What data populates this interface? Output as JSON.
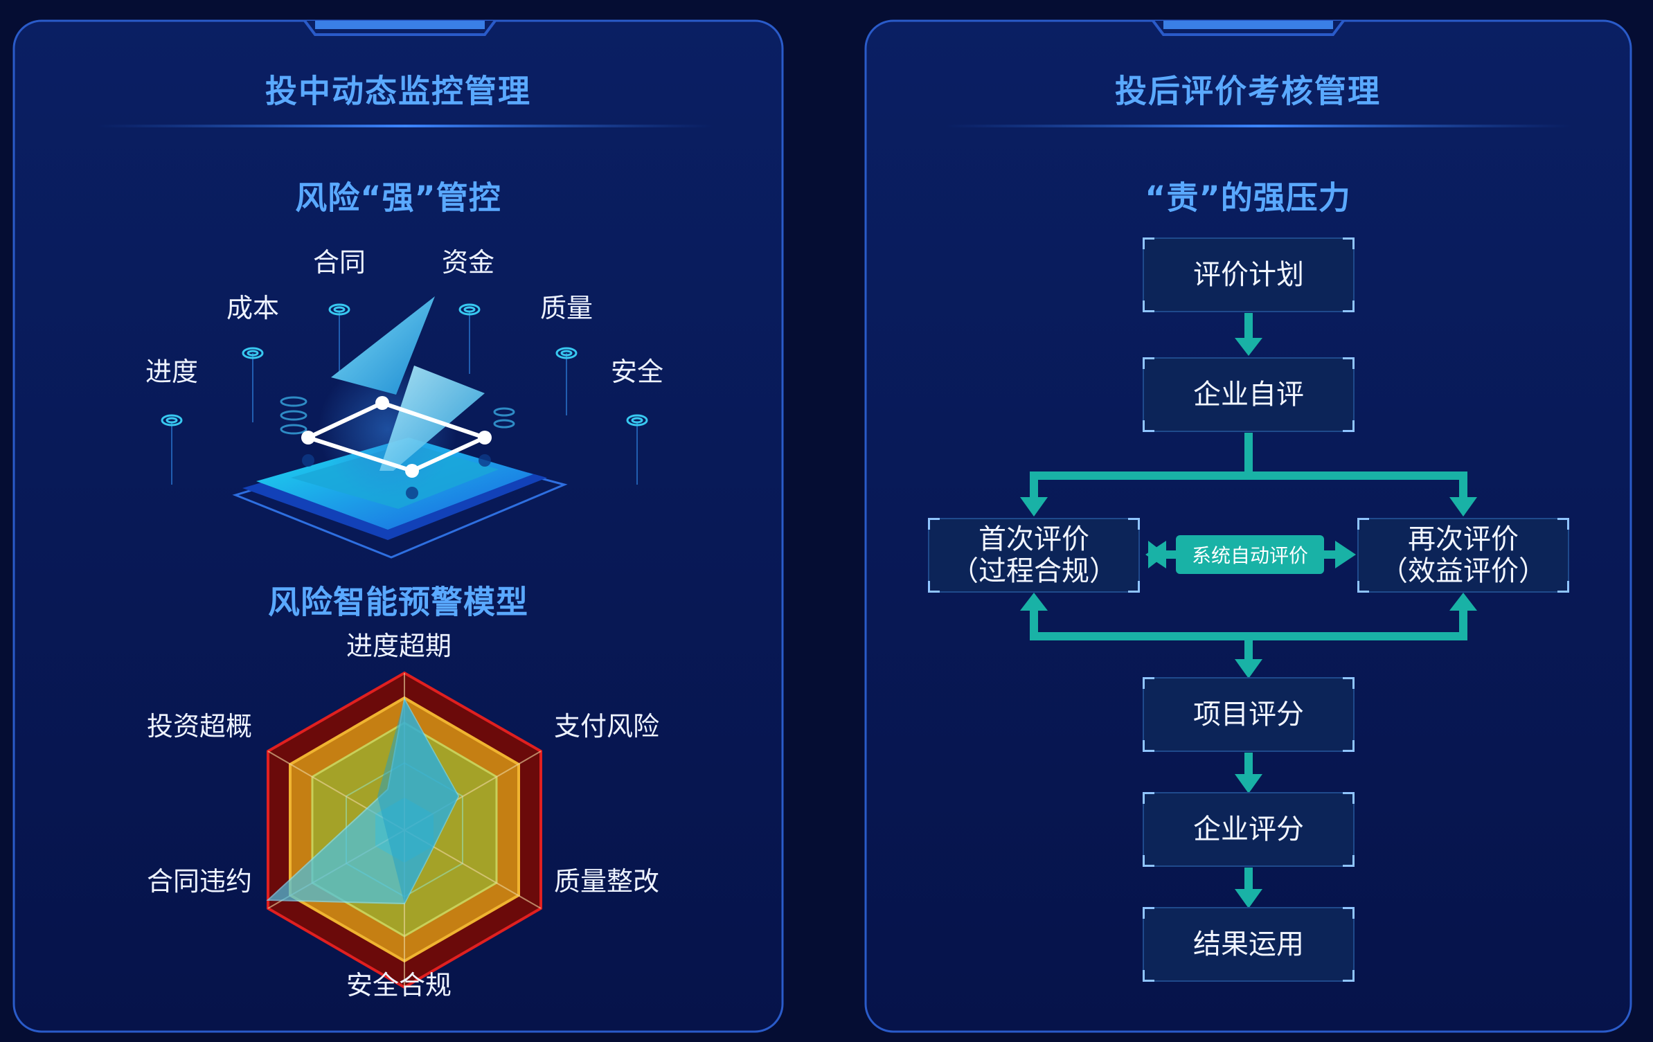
{
  "colors": {
    "background": "#050d33",
    "panel": "#07164d",
    "title_blue": "#5aa9ff",
    "teal": "#19b2a6",
    "box_fill": "#0c2458"
  },
  "left_panel": {
    "title": "投中动态监控管理",
    "risk_control": {
      "title": "风险“强”管控",
      "labels": [
        "进度",
        "成本",
        "合同",
        "资金",
        "质量",
        "安全"
      ]
    },
    "radar": {
      "title": "风险智能预警模型",
      "labels": [
        "进度超期",
        "支付风险",
        "质量整改",
        "安全合规",
        "合同违约",
        "投资超概"
      ]
    }
  },
  "right_panel": {
    "title": "投后评价考核管理",
    "subtitle": "“责”的强压力",
    "flow": {
      "plan": "评价计划",
      "self_eval": "企业自评",
      "first_eval_line1": "首次评价",
      "first_eval_line2": "（过程合规）",
      "second_eval_line1": "再次评价",
      "second_eval_line2": "（效益评价）",
      "system_auto": "系统自动评价",
      "project_score": "项目评分",
      "enterprise_score": "企业评分",
      "result_use": "结果运用"
    }
  }
}
